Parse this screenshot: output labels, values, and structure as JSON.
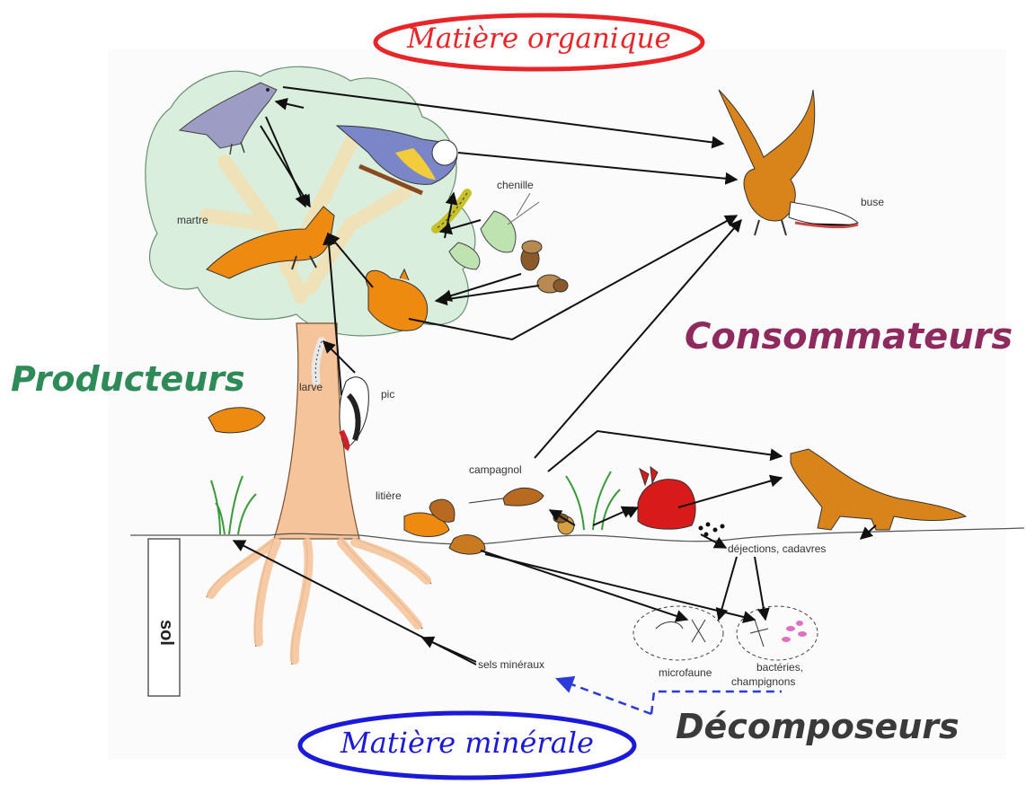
{
  "titles": {
    "organic": "Matière organique",
    "mineral": "Matière minérale",
    "producers": "Producteurs",
    "consumers": "Consommateurs",
    "decomposers": "Décomposeurs"
  },
  "labels": {
    "chenille": "chenille",
    "buse": "buse",
    "martre": "martre",
    "larve": "larve",
    "pic": "pic",
    "campagnol": "campagnol",
    "litiere": "litière",
    "dejections": "déjections, cadavres",
    "microfaune": "microfaune",
    "bacteries": "bactéries,",
    "champignons": "champignons",
    "sels": "sels minéraux",
    "sol": "sol"
  },
  "colors": {
    "organic_ellipse": "#e8262a",
    "mineral_ellipse": "#1a1ad8",
    "producers_text": "#2e8b57",
    "consumers_text": "#8e2a5e",
    "decomposers_text": "#3a3a3a",
    "arrow": "#111111",
    "dashed_arrow": "#2a3bd8",
    "foliage": "#d9eedc",
    "trunk": "#f5c49a",
    "animal_orange": "#ee8a10",
    "rabbit_red": "#d81a1a"
  }
}
